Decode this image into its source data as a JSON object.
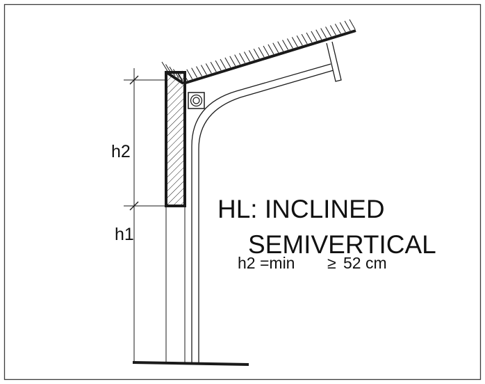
{
  "labels": {
    "h2": "h2",
    "h1": "h1",
    "title_line1": "HL: INCLINED",
    "title_line2": "SEMIVERTICAL",
    "formula_prefix": "h2 =min ",
    "formula_symbol": "≥",
    "formula_value": "52 cm"
  },
  "colors": {
    "line": "#1a1a1a",
    "frame": "#3a3a3a",
    "background": "#ffffff"
  }
}
